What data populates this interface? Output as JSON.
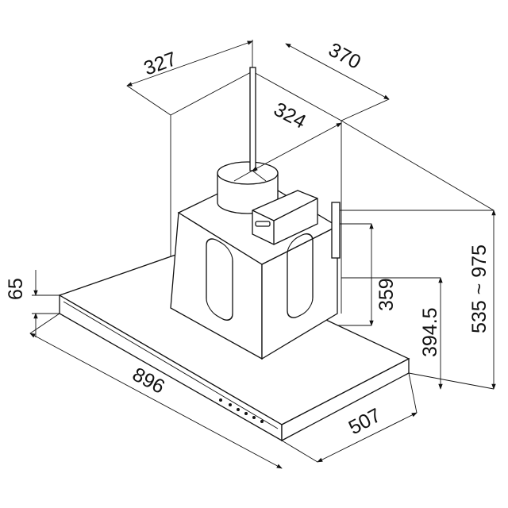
{
  "dimensions": {
    "chimney_depth": "327",
    "chimney_width": "370",
    "inner_width": "324",
    "canopy_thickness": "65",
    "box_height": "359",
    "mount_height": "394.5",
    "total_height": "535 ~ 975",
    "canopy_width": "896",
    "canopy_depth": "507"
  }
}
